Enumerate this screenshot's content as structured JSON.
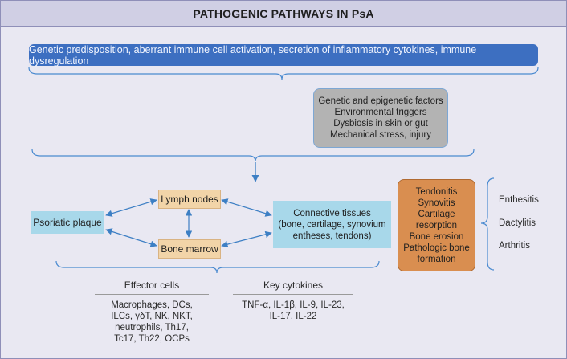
{
  "header": {
    "title": "PATHOGENIC PATHWAYS IN PsA"
  },
  "banner": {
    "text": "Genetic predisposition, aberrant immune cell activation, secretion of inflammatory cytokines, immune dysregulation"
  },
  "factors": {
    "lines": [
      "Genetic and epigenetic factors",
      "Environmental triggers",
      "Dysbiosis in skin or gut",
      "Mechanical stress, injury"
    ]
  },
  "nodes": {
    "lymph": "Lymph nodes",
    "marrow": "Bone marrow",
    "plaque": "Psoriatic plaque",
    "connective_lines": [
      "Connective tissues",
      "(bone, cartilage, synovium",
      "entheses, tendons)"
    ]
  },
  "outcomes": {
    "lines": [
      "Tendonitis",
      "Synovitis",
      "Cartilage",
      "resorption",
      "Bone erosion",
      "Pathologic bone",
      "formation"
    ]
  },
  "clinical": [
    "Enthesitis",
    "Dactylitis",
    "Arthritis"
  ],
  "effector": {
    "title": "Effector cells",
    "lines": [
      "Macrophages, DCs,",
      "ILCs, γδT, NK, NKT,",
      "neutrophils, Th17,",
      "Tc17, Th22, OCPs"
    ]
  },
  "cytokines": {
    "title": "Key cytokines",
    "lines": [
      "TNF-α, IL-1β, IL-9, IL-23,",
      "IL-17, IL-22"
    ]
  }
}
